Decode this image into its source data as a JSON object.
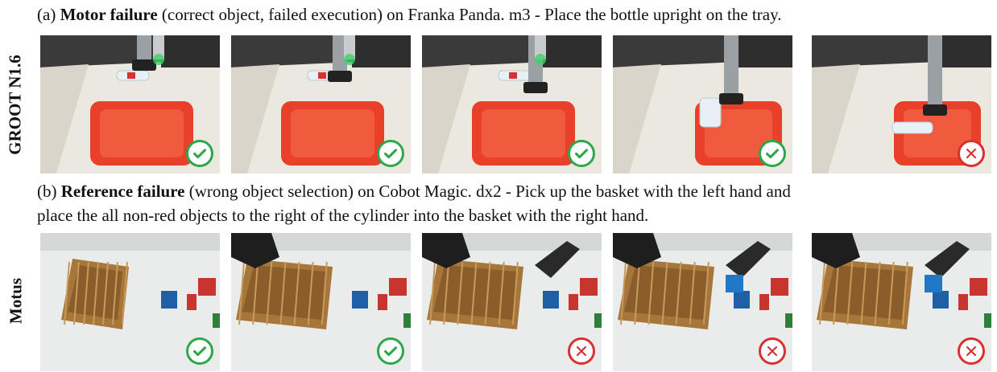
{
  "section_a": {
    "prefix": "(a) ",
    "bold": "Motor failure",
    "rest": " (correct object, failed execution) on Franka Panda. m3 - Place the bottle upright on the tray.",
    "row_label": "GROOT N1.6",
    "frames": [
      {
        "status": "success",
        "icon": "check-icon"
      },
      {
        "status": "success",
        "icon": "check-icon"
      },
      {
        "status": "success",
        "icon": "check-icon"
      },
      {
        "status": "success",
        "icon": "check-icon"
      },
      {
        "status": "failure",
        "icon": "cross-icon"
      }
    ]
  },
  "section_b": {
    "prefix": "(b) ",
    "bold": "Reference failure",
    "rest_line1": " (wrong object selection) on Cobot Magic. dx2 - Pick up the basket with the left hand and",
    "line2": "place the all non-red objects to the right of the cylinder into the basket with the right hand.",
    "row_label": "Motus",
    "frames": [
      {
        "status": "success",
        "icon": "check-icon"
      },
      {
        "status": "success",
        "icon": "check-icon"
      },
      {
        "status": "failure",
        "icon": "cross-icon"
      },
      {
        "status": "failure",
        "icon": "cross-icon"
      },
      {
        "status": "failure",
        "icon": "cross-icon"
      }
    ]
  },
  "colors": {
    "success": "#2ca84a",
    "failure": "#d93030",
    "tray": "#e8402a",
    "basket": "#a6763a"
  }
}
